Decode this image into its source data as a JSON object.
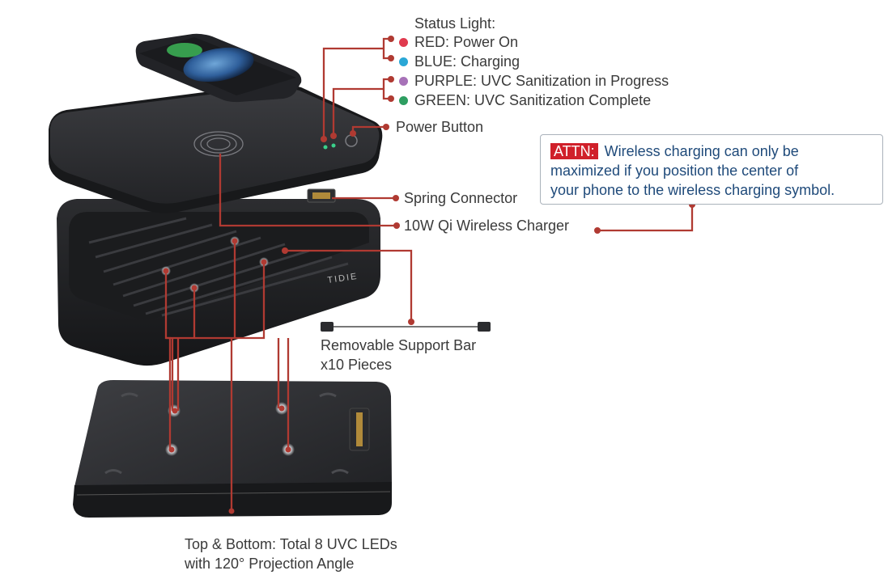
{
  "status_light": {
    "title": "Status Light:",
    "items": [
      {
        "label": "RED: Power On",
        "color": "#e03a4e"
      },
      {
        "label": "BLUE: Charging",
        "color": "#2aa7d6"
      },
      {
        "label": "PURPLE: UVC Sanitization in Progress",
        "color": "#a772b8"
      },
      {
        "label": "GREEN: UVC Sanitization Complete",
        "color": "#2e9e61"
      }
    ]
  },
  "callouts": {
    "power_button": "Power Button",
    "spring_connector": "Spring Connector",
    "wireless_charger": "10W Qi Wireless Charger",
    "support_bar_line1": "Removable Support Bar",
    "support_bar_line2": "x10 Pieces",
    "uvc_line1": "Top & Bottom: Total 8 UVC LEDs",
    "uvc_line2": "with 120° Projection Angle"
  },
  "attn": {
    "tag": "ATTN:",
    "line1": "Wireless charging can only be",
    "line2": "maximized if you position the center of",
    "line3": "your phone to the wireless charging symbol."
  },
  "brand": "TIDIE",
  "colors": {
    "leader": "#b03a32",
    "device": "#2b2c2f",
    "device_edge": "#4a4b4f"
  }
}
